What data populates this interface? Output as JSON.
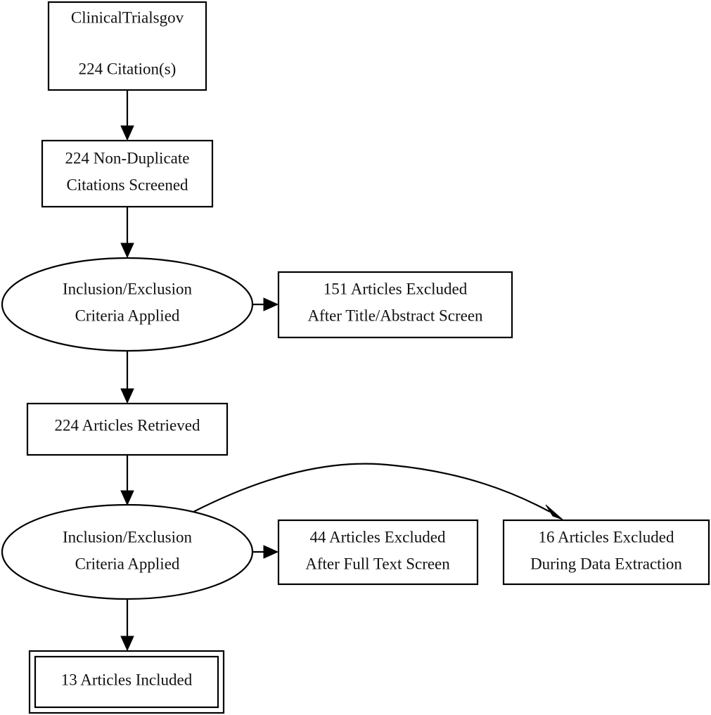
{
  "diagram": {
    "nodes": {
      "source": {
        "line1": "ClinicalTrialsgov",
        "line2": "224 Citation(s)"
      },
      "screened": {
        "line1": "224 Non-Duplicate",
        "line2": "Citations Screened"
      },
      "criteria1": {
        "line1": "Inclusion/Exclusion",
        "line2": "Criteria Applied"
      },
      "excluded_title": {
        "line1": "151 Articles Excluded",
        "line2": "After Title/Abstract Screen"
      },
      "retrieved": {
        "line1": "224 Articles Retrieved"
      },
      "criteria2": {
        "line1": "Inclusion/Exclusion",
        "line2": "Criteria Applied"
      },
      "excluded_fulltext": {
        "line1": "44 Articles Excluded",
        "line2": "After Full Text Screen"
      },
      "excluded_extraction": {
        "line1": "16 Articles Excluded",
        "line2": "During Data Extraction"
      },
      "included": {
        "line1": "13 Articles Included"
      }
    },
    "edges": [
      {
        "from": "source",
        "to": "screened"
      },
      {
        "from": "screened",
        "to": "criteria1"
      },
      {
        "from": "criteria1",
        "to": "excluded_title"
      },
      {
        "from": "criteria1",
        "to": "retrieved"
      },
      {
        "from": "retrieved",
        "to": "criteria2"
      },
      {
        "from": "criteria2",
        "to": "excluded_fulltext"
      },
      {
        "from": "criteria2",
        "to": "excluded_extraction"
      },
      {
        "from": "criteria2",
        "to": "included"
      }
    ]
  }
}
